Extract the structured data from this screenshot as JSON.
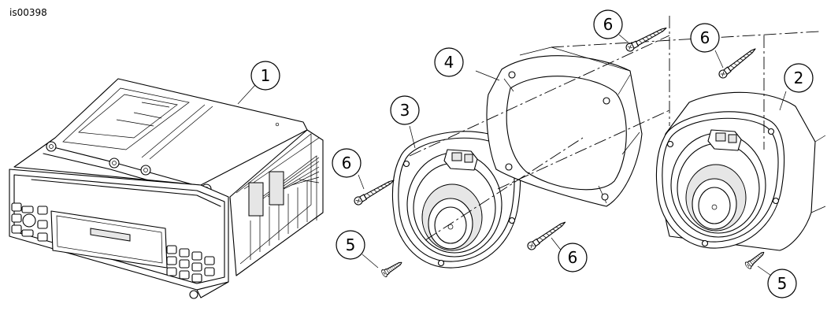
{
  "figure_id": "is00398",
  "callouts": [
    {
      "key": "radio",
      "label": "1"
    },
    {
      "key": "speaker-right",
      "label": "2"
    },
    {
      "key": "speaker-left",
      "label": "3"
    },
    {
      "key": "adapter-ring",
      "label": "4"
    },
    {
      "key": "screw-left-bottom",
      "label": "5"
    },
    {
      "key": "screw-right-bottom",
      "label": "5"
    },
    {
      "key": "screw-top-left",
      "label": "6"
    },
    {
      "key": "screw-top-right",
      "label": "6"
    },
    {
      "key": "screw-mid-left",
      "label": "6"
    },
    {
      "key": "screw-mid-right",
      "label": "6"
    }
  ]
}
